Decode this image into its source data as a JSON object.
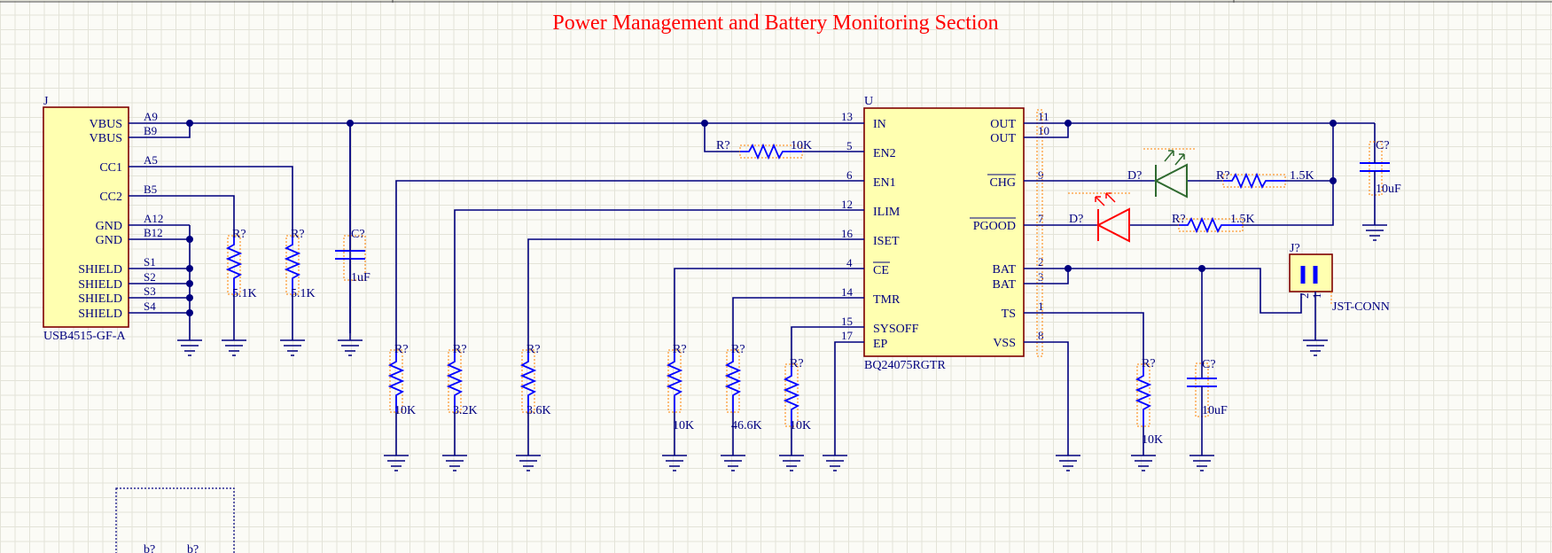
{
  "title": "Power Management and Battery Monitoring Section",
  "usb": {
    "designator": "J",
    "part": "USB4515-GF-A",
    "pins": [
      {
        "name": "VBUS",
        "num": "A9"
      },
      {
        "name": "VBUS",
        "num": "B9"
      },
      {
        "name": "CC1",
        "num": "A5"
      },
      {
        "name": "CC2",
        "num": "B5"
      },
      {
        "name": "GND",
        "num": "A12"
      },
      {
        "name": "GND",
        "num": "B12"
      },
      {
        "name": "SHIELD",
        "num": "S1"
      },
      {
        "name": "SHIELD",
        "num": "S2"
      },
      {
        "name": "SHIELD",
        "num": "S3"
      },
      {
        "name": "SHIELD",
        "num": "S4"
      }
    ]
  },
  "ic": {
    "designator": "U",
    "part": "BQ24075RGTR",
    "left_pins": [
      {
        "name": "IN",
        "num": "13"
      },
      {
        "name": "EN2",
        "num": "5"
      },
      {
        "name": "EN1",
        "num": "6"
      },
      {
        "name": "ILIM",
        "num": "12"
      },
      {
        "name": "ISET",
        "num": "16"
      },
      {
        "name": "CE",
        "num": "4"
      },
      {
        "name": "TMR",
        "num": "14"
      },
      {
        "name": "SYSOFF",
        "num": "15"
      },
      {
        "name": "EP",
        "num": "17"
      }
    ],
    "right_pins": [
      {
        "name": "OUT",
        "num": "11"
      },
      {
        "name": "OUT",
        "num": "10"
      },
      {
        "name": "CHG",
        "num": "9"
      },
      {
        "name": "PGOOD",
        "num": "7"
      },
      {
        "name": "BAT",
        "num": "2"
      },
      {
        "name": "BAT",
        "num": "3"
      },
      {
        "name": "TS",
        "num": "1"
      },
      {
        "name": "VSS",
        "num": "8"
      }
    ]
  },
  "resistors": {
    "r_cc2": {
      "ref": "R?",
      "value": "5.1K"
    },
    "r_cc1": {
      "ref": "R?",
      "value": "5.1K"
    },
    "r_en1": {
      "ref": "R?",
      "value": "10K"
    },
    "r_ilim": {
      "ref": "R?",
      "value": "3.2K"
    },
    "r_iset": {
      "ref": "R?",
      "value": "3.6K"
    },
    "r_ce": {
      "ref": "R?",
      "value": "10K"
    },
    "r_tmr": {
      "ref": "R?",
      "value": "46.6K"
    },
    "r_sysoff": {
      "ref": "R?",
      "value": "10K"
    },
    "r_en2": {
      "ref": "R?",
      "value": "10K"
    },
    "r_chg": {
      "ref": "R?",
      "value": "1.5K"
    },
    "r_pgood": {
      "ref": "R?",
      "value": "1.5K"
    },
    "r_ts": {
      "ref": "R?",
      "value": "10K"
    }
  },
  "capacitors": {
    "c_in": {
      "ref": "C?",
      "value": "1uF"
    },
    "c_out": {
      "ref": "C?",
      "value": "10uF"
    },
    "c_bat": {
      "ref": "C?",
      "value": "10uF"
    }
  },
  "diodes": {
    "d_chg": {
      "ref": "D?"
    },
    "d_pgood": {
      "ref": "D?"
    }
  },
  "connector": {
    "ref": "J?",
    "part": "JST-CONN",
    "pin1": "1",
    "pin2": "2"
  },
  "partial": {
    "label_a": "b?",
    "label_b": "b?"
  },
  "colors": {
    "wire": "#00007f",
    "title": "#ff0000",
    "component_fill": "#ffffb0",
    "led_green": "#2f6a2f",
    "led_red": "#ff0000"
  }
}
